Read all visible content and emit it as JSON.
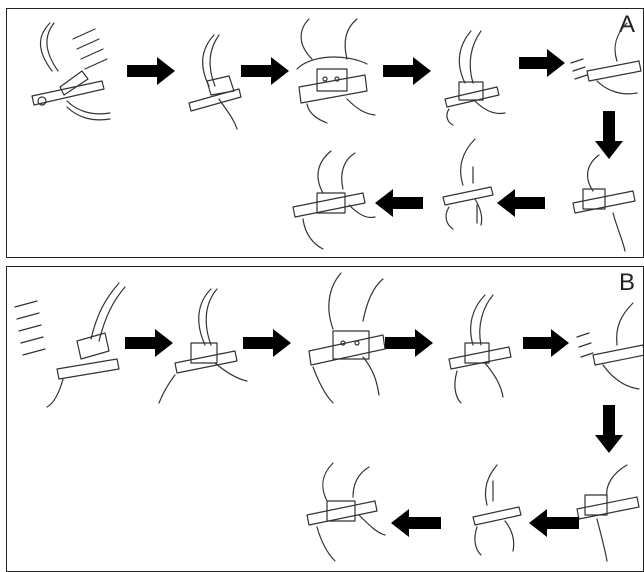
{
  "panels": [
    {
      "id": "A",
      "label": "A"
    },
    {
      "id": "B",
      "label": "B"
    }
  ],
  "colors": {
    "line": "#333333",
    "arrow": "#000000",
    "border": "#222222",
    "background": "#ffffff"
  },
  "icons": [
    "tine-assembly-icon",
    "arrow-right-icon",
    "arrow-down-icon",
    "arrow-left-icon",
    "bolt-set-icon"
  ]
}
